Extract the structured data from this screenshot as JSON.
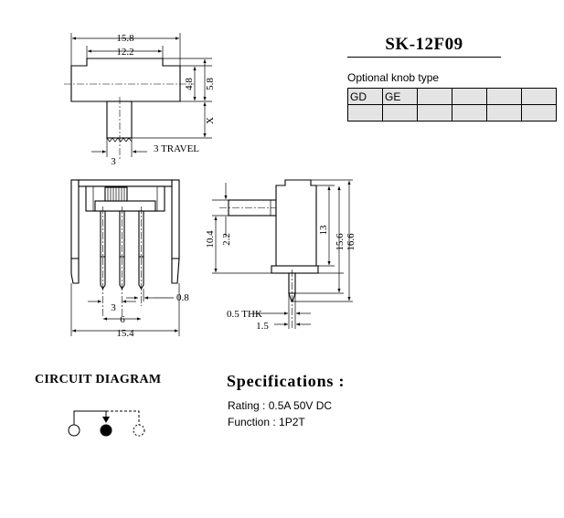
{
  "model": "SK-12F09",
  "knob": {
    "caption": "Optional knob type",
    "rows": [
      [
        "GD",
        "GE",
        "",
        "",
        "",
        ""
      ],
      [
        "",
        "",
        "",
        "",
        "",
        ""
      ]
    ]
  },
  "dimensions": {
    "top_view": {
      "overall_width": "15.8",
      "inner_width": "12.2",
      "body_height": "4.8",
      "total_height": "5.8",
      "knob_height": "X",
      "knob_width": "3",
      "travel": "3 TRAVEL"
    },
    "front_view": {
      "pin_pitch": "3",
      "pin_span": "6",
      "pin_width": "0.8",
      "overall_width": "15.4"
    },
    "side_view": {
      "body_height": "10.4",
      "knob_offset": "2.2",
      "height_13": "13",
      "height_15_6": "15.6",
      "height_16_6": "16.6",
      "thickness": "0.5 THK",
      "pin_offset": "1.5"
    }
  },
  "circuit": {
    "title": "CIRCUIT DIAGRAM"
  },
  "specs": {
    "title": "Specifications :",
    "rating": "Rating : 0.5A 50V DC",
    "function": "Function : 1P2T"
  }
}
